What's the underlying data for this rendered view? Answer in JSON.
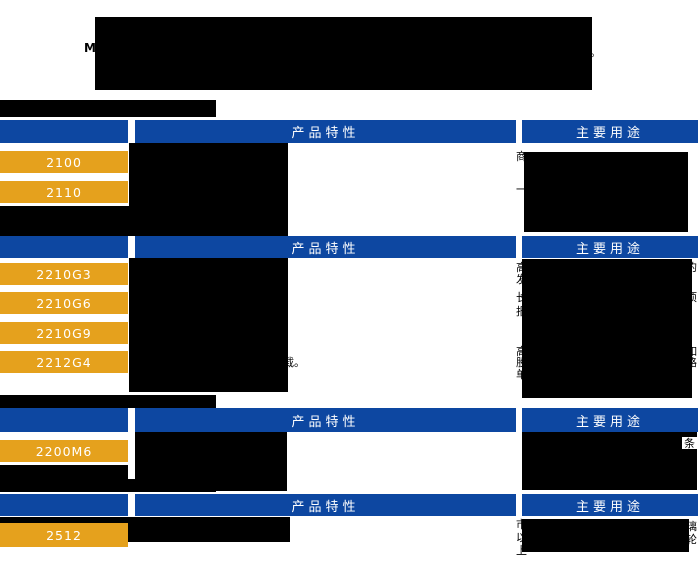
{
  "colors": {
    "header_blue": "#0D47A1",
    "badge_orange": "#E5A11D",
    "redaction_black": "#000000",
    "header_text_white": "#FFFFFF",
    "page_bg": "#FFFFFF"
  },
  "title": {
    "fragment_left": "M",
    "fragment_right": "。"
  },
  "tables": [
    {
      "feature_header": "产品特性",
      "use_header": "主要用途",
      "products": [
        "2100",
        "2110"
      ],
      "fragments": {
        "left": [
          "商",
          "一"
        ],
        "right": [
          "。",
          "。"
        ]
      }
    },
    {
      "feature_header": "产品特性",
      "use_header": "主要用途",
      "products": [
        "2210G3",
        "2210G6",
        "2210G9",
        "2212G4"
      ],
      "fragments": {
        "mid": "载。",
        "left": [
          "高",
          "发",
          "长",
          "报",
          "高",
          "股",
          "单"
        ],
        "right": [
          "的",
          "。",
          "项",
          "如",
          "路"
        ]
      }
    },
    {
      "feature_header": "产品特性",
      "use_header": "主要用途",
      "products": [
        "2200M6"
      ],
      "fragments": {
        "right": [
          "条"
        ]
      }
    },
    {
      "feature_header": "产品特性",
      "use_header": "主要用途",
      "products": [
        "2512"
      ],
      "fragments": {
        "left": [
          "市",
          "以",
          "上"
        ],
        "right": [
          "璃",
          "轮"
        ]
      }
    }
  ]
}
